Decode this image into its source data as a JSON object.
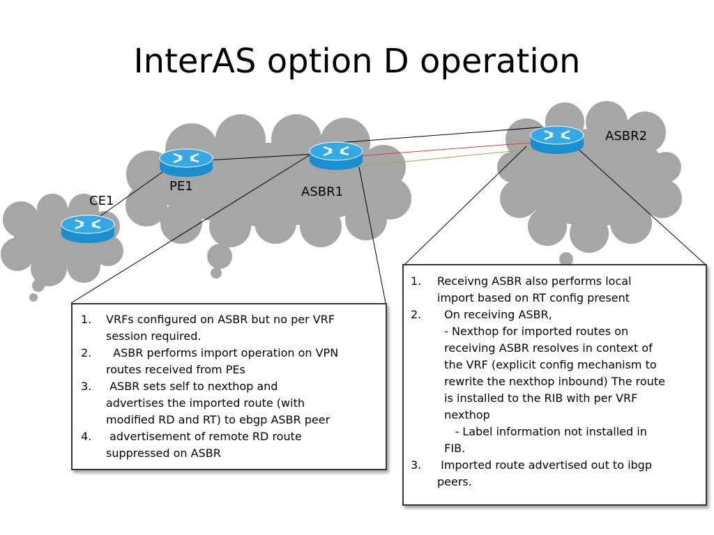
{
  "title": "InterAS option D operation",
  "nodes": {
    "ce1": "CE1",
    "pe1": "PE1",
    "asbr1": "ASBR1",
    "asbr2": "ASBR2"
  },
  "colors": {
    "cloud": "#a6a6a6",
    "router_body": "#1a8fd0",
    "router_top": "#35a9e6",
    "link": "#000000",
    "link_red": "#d04040",
    "link_green": "#8ab04a"
  },
  "left_note": {
    "items": [
      {
        "num": "1.",
        "text": "VRFs configured on ASBR but no per VRF\nsession required."
      },
      {
        "num": "2.",
        "text": "  ASBR performs import operation on VPN\nroutes received from PEs"
      },
      {
        "num": "3.",
        "text": " ASBR sets self to nexthop and\nadvertises the imported route (with\nmodified RD and RT) to ebgp ASBR peer"
      },
      {
        "num": "4.",
        "text": " advertisement of remote RD route\nsuppressed on ASBR"
      }
    ]
  },
  "right_note": {
    "items": [
      {
        "num": "1.",
        "text": "Receivng ASBR also performs local\nimport based on RT config present"
      },
      {
        "num": "2.",
        "text": "  On receiving ASBR,\n  - Nexthop for imported routes on\n  receiving ASBR resolves in context of\n  the VRF (explicit config mechanism to\n  rewrite the nexthop inbound) The route\n  is installed to the RIB with per VRF\n  nexthop\n     - Label information not installed in\n  FIB."
      },
      {
        "num": "3.",
        "text": " Imported route advertised out to ibgp\npeers."
      }
    ]
  }
}
